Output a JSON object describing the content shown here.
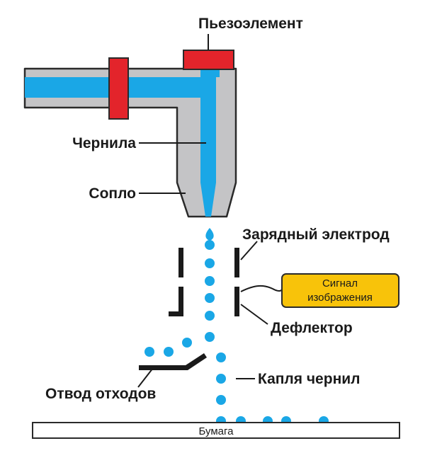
{
  "labels": {
    "piezo": "Пьезоэлемент",
    "ink": "Чернила",
    "nozzle": "Сопло",
    "charge_electrode": "Зарядный электрод",
    "deflector": "Дефлектор",
    "signal_line1": "Сигнал",
    "signal_line2": "изображения",
    "waste": "Отвод отходов",
    "drop": "Капля чернил",
    "paper": "Бумага"
  },
  "colors": {
    "ink": "#1aa7e6",
    "body": "#c4c4c6",
    "piezo": "#e3242b",
    "signal_box": "#f8c30a",
    "outline": "#2a2a2a"
  }
}
